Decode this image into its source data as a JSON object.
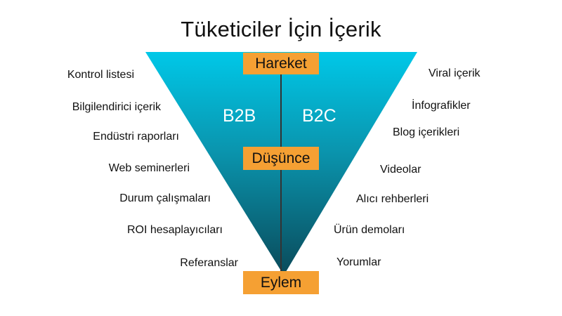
{
  "title": "Tüketiciler İçin İçerik",
  "stages": {
    "top": "Hareket",
    "middle": "Düşünce",
    "bottom": "Eylem"
  },
  "segments": {
    "left": "B2B",
    "right": "B2C"
  },
  "b2b_items": [
    "Kontrol listesi",
    "Bilgilendirici içerik",
    "Endüstri raporları",
    "Web seminerleri",
    "Durum çalışmaları",
    "ROI hesaplayıcıları",
    "Referanslar"
  ],
  "b2c_items": [
    "Viral içerik",
    "İnfografikler",
    "Blog içerikleri",
    "Videolar",
    "Alıcı rehberleri",
    "Ürün demoları",
    "Yorumlar"
  ],
  "colors": {
    "funnel_top": "#00c8e8",
    "funnel_bottom": "#0a4a5a",
    "stage_box": "#f5a033",
    "divider": "#333333"
  }
}
